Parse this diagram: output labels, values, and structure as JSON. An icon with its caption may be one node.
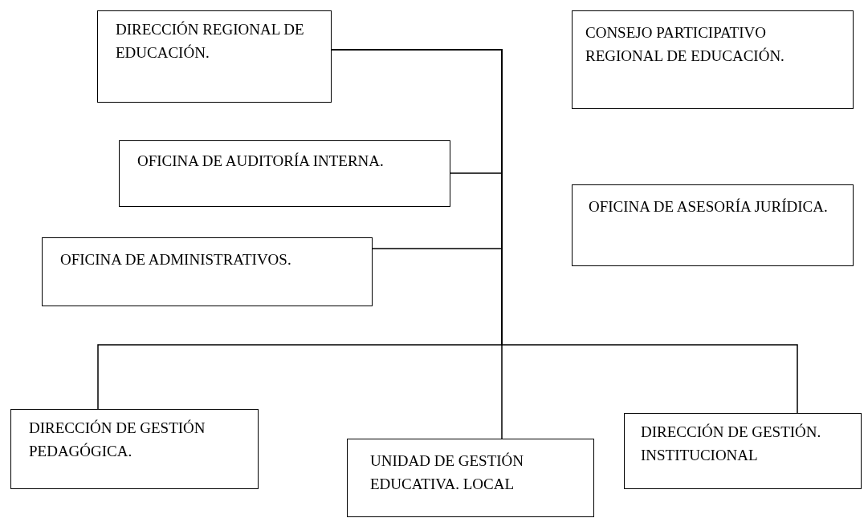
{
  "diagram": {
    "nodes": [
      {
        "text": [
          "DIRECCIÓN REGIONAL DE EDUCACIÓN."
        ]
      },
      {
        "text": [
          "CONSEJO PARTICIPATIVO REGIONAL DE EDUCACIÓN."
        ]
      },
      {
        "text": [
          "OFICINA DE AUDITORÍA INTERNA."
        ]
      },
      {
        "text": [
          "OFICINA DE ASESORÍA JURÍDICA."
        ]
      },
      {
        "text": [
          "OFICINA DE ADMINISTRATIVOS."
        ]
      },
      {
        "text": [
          "DIRECCIÓN DE GESTIÓN PEDAGÓGICA."
        ]
      },
      {
        "text": [
          "UNIDAD DE GESTIÓN EDUCATIVA. LOCAL"
        ]
      },
      {
        "text": [
          "DIRECCIÓN DE GESTIÓN. INSTITUCIONAL"
        ]
      }
    ],
    "edges": [
      {
        "from": 0,
        "to": 2,
        "arrow": "none"
      },
      {
        "from": 0,
        "to": 4,
        "arrow": "none"
      },
      {
        "from": 0,
        "to": 5,
        "arrow": "none"
      },
      {
        "from": 0,
        "to": 6,
        "arrow": "none"
      },
      {
        "from": 0,
        "to": 7,
        "arrow": "none"
      }
    ]
  }
}
